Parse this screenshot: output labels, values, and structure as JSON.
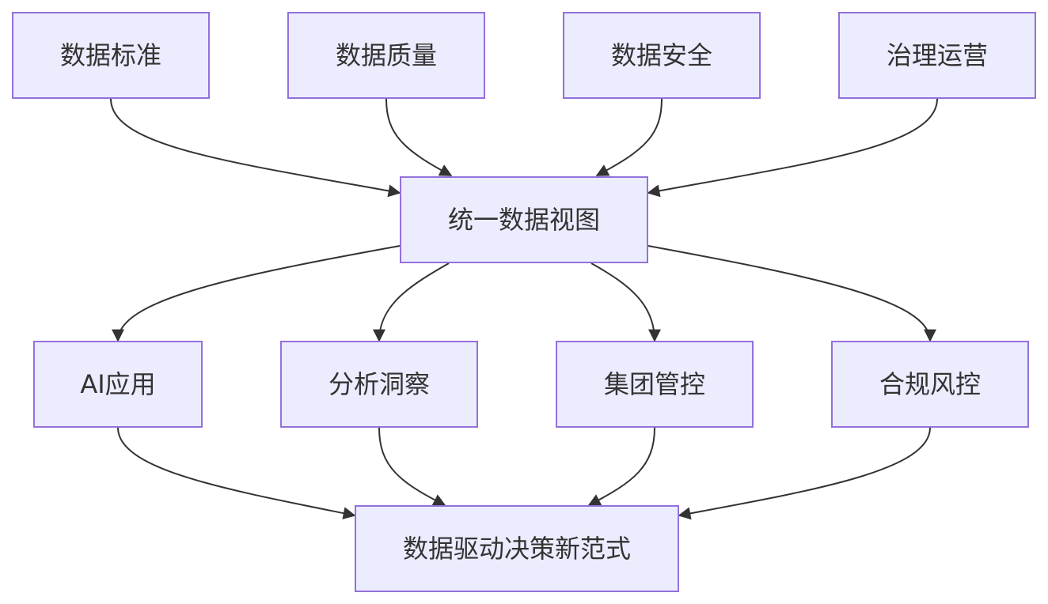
{
  "diagram": {
    "colors": {
      "node_fill": "#ececff",
      "node_border": "#9370db",
      "edge": "#333333",
      "text": "#333333"
    },
    "nodes": [
      {
        "id": "n1",
        "label": "数据标准"
      },
      {
        "id": "n2",
        "label": "数据质量"
      },
      {
        "id": "n3",
        "label": "数据安全"
      },
      {
        "id": "n4",
        "label": "治理运营"
      },
      {
        "id": "n5",
        "label": "统一数据视图"
      },
      {
        "id": "n6",
        "label": "AI应用"
      },
      {
        "id": "n7",
        "label": "分析洞察"
      },
      {
        "id": "n8",
        "label": "集团管控"
      },
      {
        "id": "n9",
        "label": "合规风控"
      },
      {
        "id": "n10",
        "label": "数据驱动决策新范式"
      }
    ],
    "edges": [
      {
        "from": "n1",
        "to": "n5"
      },
      {
        "from": "n2",
        "to": "n5"
      },
      {
        "from": "n3",
        "to": "n5"
      },
      {
        "from": "n4",
        "to": "n5"
      },
      {
        "from": "n5",
        "to": "n6"
      },
      {
        "from": "n5",
        "to": "n7"
      },
      {
        "from": "n5",
        "to": "n8"
      },
      {
        "from": "n5",
        "to": "n9"
      },
      {
        "from": "n6",
        "to": "n10"
      },
      {
        "from": "n7",
        "to": "n10"
      },
      {
        "from": "n8",
        "to": "n10"
      },
      {
        "from": "n9",
        "to": "n10"
      }
    ]
  }
}
